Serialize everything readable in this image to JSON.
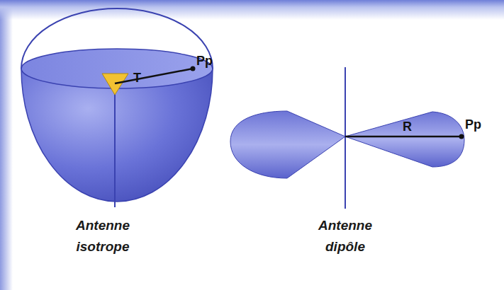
{
  "diagram": {
    "labels": [
      "T",
      "Pp",
      "Antenne isotrope",
      "R",
      "Pp",
      "Antenne dipôle"
    ]
  }
}
